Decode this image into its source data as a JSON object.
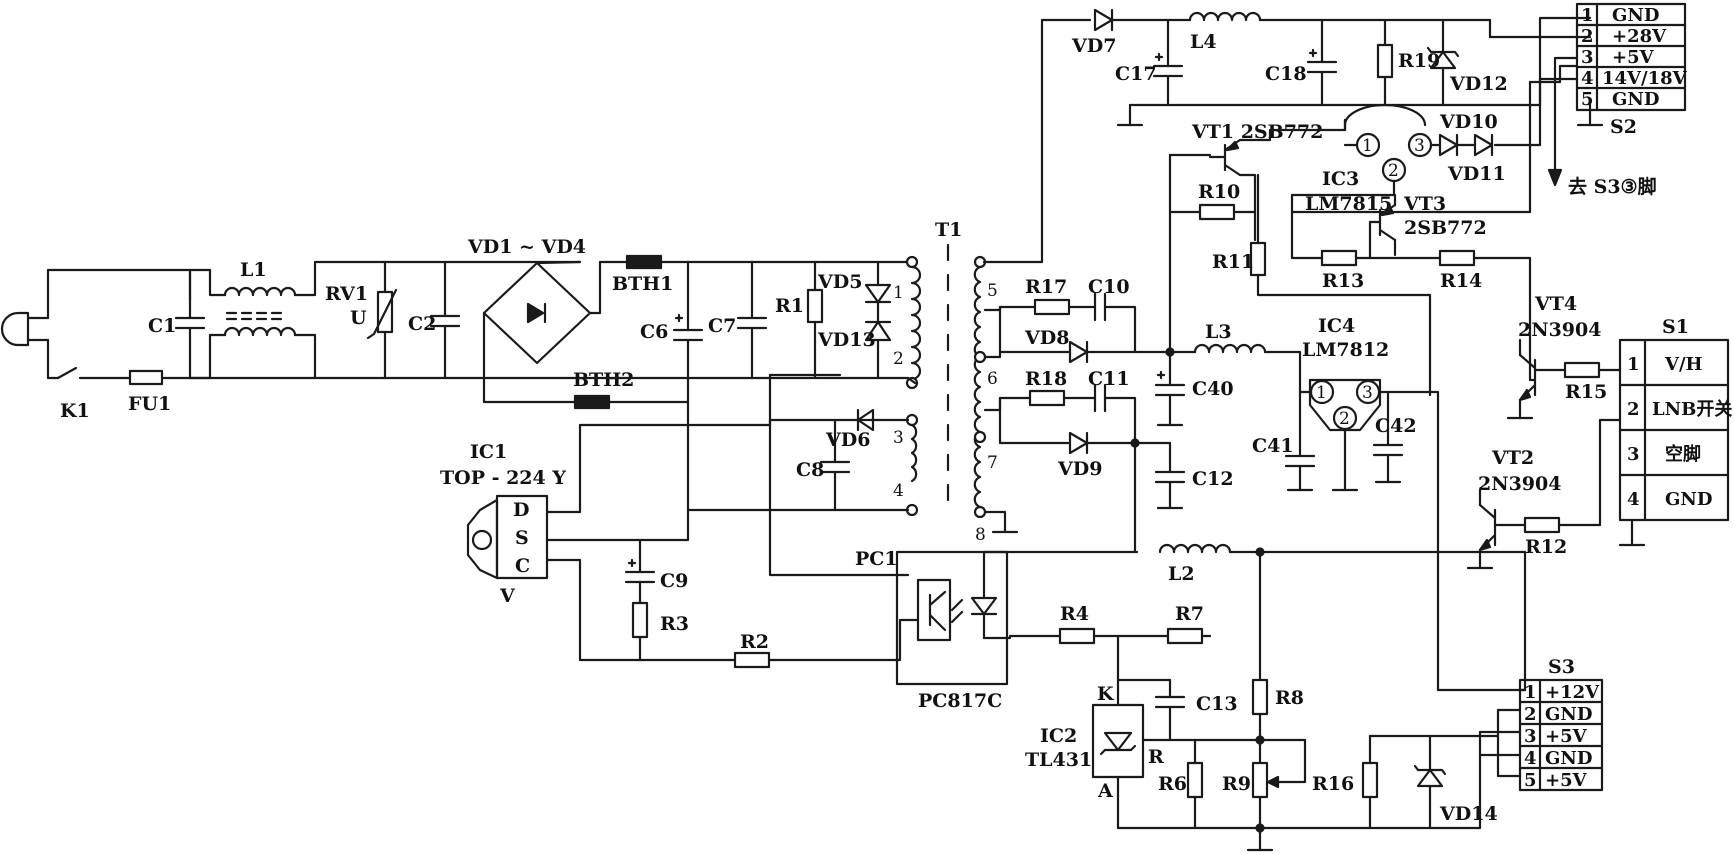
{
  "labels": {
    "K1": "K1",
    "FU1": "FU1",
    "C1": "C1",
    "L1": "L1",
    "RV1": "RV1",
    "U": "U",
    "C2": "C2",
    "VD1_4": "VD1 ~ VD4",
    "BTH1": "BTH1",
    "BTH2": "BTH2",
    "C6": "C6",
    "C7": "C7",
    "R1": "R1",
    "VD5": "VD5",
    "VD13": "VD13",
    "T1": "T1",
    "IC1": "IC1",
    "IC1_type": "TOP - 224 Y",
    "D": "D",
    "S": "S",
    "C": "C",
    "V": "V",
    "C8": "C8",
    "VD6": "VD6",
    "C9": "C9",
    "R3": "R3",
    "R2": "R2",
    "PC1": "PC1",
    "PC817C": "PC817C",
    "VD7": "VD7",
    "L4": "L4",
    "C17": "C17",
    "C18": "C18",
    "R19": "R19",
    "VD12": "VD12",
    "R17": "R17",
    "C10": "C10",
    "VD8": "VD8",
    "R18": "R18",
    "C11": "C11",
    "VD9": "VD9",
    "C12": "C12",
    "C40": "C40",
    "L3": "L3",
    "IC4": "IC4",
    "LM7812": "LM7812",
    "C41": "C41",
    "C42": "C42",
    "VT1": "VT1  2SB772",
    "R10": "R10",
    "R11": "R11",
    "IC3": "IC3",
    "LM7815": "LM7815",
    "VT3": "VT3",
    "VT3_type": "2SB772",
    "R13": "R13",
    "R14": "R14",
    "VD10": "VD10",
    "VD11": "VD11",
    "goto": "去 S3③脚",
    "VT4": "VT4",
    "VT4_type": "2N3904",
    "R15": "R15",
    "VT2": "VT2",
    "VT2_type": "2N3904",
    "R12": "R12",
    "L2": "L2",
    "R4": "R4",
    "R7": "R7",
    "K": "K",
    "A": "A",
    "R": "R",
    "IC2": "IC2",
    "TL431": "TL431",
    "C13": "C13",
    "R8": "R8",
    "R6": "R6",
    "R9": "R9",
    "R16": "R16",
    "VD14": "VD14",
    "tp1": "1",
    "tp2": "2",
    "tp3": "3",
    "tp4": "4",
    "tp5": "5",
    "tp6": "6",
    "tp7": "7",
    "tp8": "8",
    "ic_pin1": "1",
    "ic_pin2": "2",
    "ic_pin3": "3"
  },
  "connectors": {
    "S1": {
      "name": "S1",
      "rows": [
        {
          "pin": "1",
          "label": "V/H"
        },
        {
          "pin": "2",
          "label": "LNB开关"
        },
        {
          "pin": "3",
          "label": "空脚"
        },
        {
          "pin": "4",
          "label": "GND"
        }
      ]
    },
    "S2": {
      "name": "S2",
      "rows": [
        {
          "pin": "1",
          "label": "GND"
        },
        {
          "pin": "2",
          "label": "+28V"
        },
        {
          "pin": "3",
          "label": "+5V"
        },
        {
          "pin": "4",
          "label": "14V/18V"
        },
        {
          "pin": "5",
          "label": "GND"
        }
      ]
    },
    "S3": {
      "name": "S3",
      "rows": [
        {
          "pin": "1",
          "label": "+12V"
        },
        {
          "pin": "2",
          "label": "GND"
        },
        {
          "pin": "3",
          "label": "+5V"
        },
        {
          "pin": "4",
          "label": "GND"
        },
        {
          "pin": "5",
          "label": "+5V"
        }
      ]
    }
  }
}
